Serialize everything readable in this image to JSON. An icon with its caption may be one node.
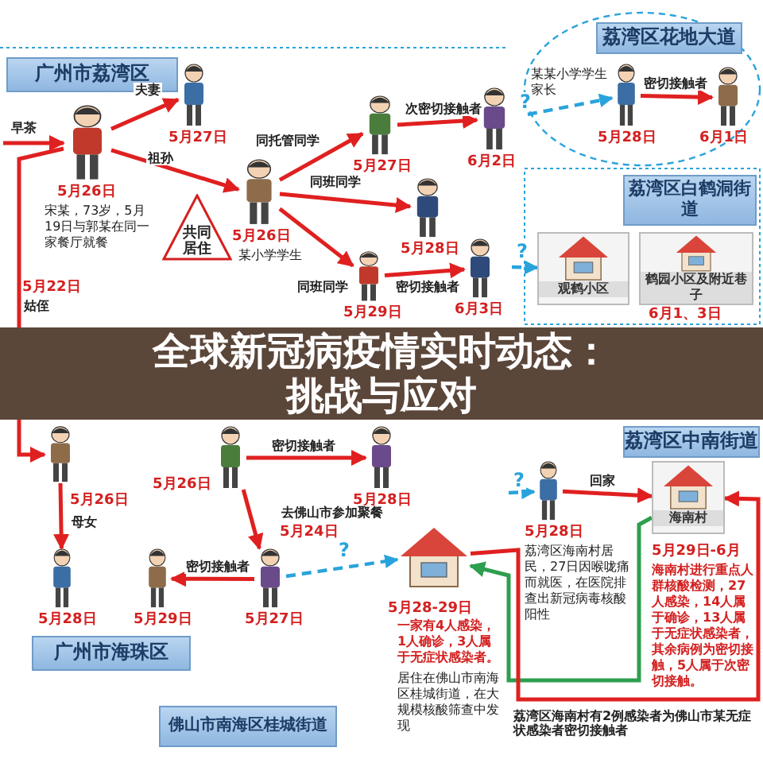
{
  "diagram": {
    "title": "全球新冠病疫情实时动态：挑战与应对",
    "nodes": [
      {
        "text": [
          "广州市荔湾区"
        ]
      },
      {
        "text": [],
        "shape": "person",
        "beside": [
          "5月26日",
          "宋某，73岁，5月19日与郭某在同一家餐厅就餐"
        ]
      },
      {
        "text": [],
        "shape": "person",
        "beside": [
          "5月27日"
        ]
      },
      {
        "text": [],
        "shape": "person",
        "beside": [
          "5月26日",
          "某小学学生"
        ]
      },
      {
        "text": [],
        "shape": "person",
        "beside": [
          "5月27日"
        ]
      },
      {
        "text": [],
        "shape": "person",
        "beside": [
          "6月2日"
        ]
      },
      {
        "text": [],
        "shape": "person",
        "beside": [
          "5月28日"
        ]
      },
      {
        "text": [],
        "shape": "person",
        "beside": [
          "5月29日"
        ]
      },
      {
        "text": [
          "共同居住"
        ]
      },
      {
        "text": [],
        "shape": "person"
      },
      {
        "text": [],
        "shape": "person",
        "beside": [
          "5月26日"
        ]
      },
      {
        "text": [],
        "shape": "person",
        "beside": [
          "5月28日"
        ]
      },
      {
        "text": [],
        "shape": "person",
        "beside": [
          "6月3日"
        ]
      },
      {
        "text": [
          "广州市海珠区"
        ]
      },
      {
        "text": [],
        "shape": "person",
        "beside": [
          "5月28日"
        ]
      },
      {
        "text": [],
        "shape": "person",
        "beside": [
          "5月29日"
        ]
      },
      {
        "text": [
          "佛山市南海区桂城街道"
        ]
      },
      {
        "text": [],
        "shape": "person",
        "beside": [
          "5月27日"
        ]
      },
      {
        "text": [],
        "shape": "house",
        "beside": [
          "5月28-29日",
          "一家有4人感染，1人确诊，3人属于无症状感染者。",
          "居住在佛山市南海区桂城街道，在大规模核酸筛查中发现"
        ]
      },
      {
        "text": [
          "荔湾区花地大道"
        ]
      },
      {
        "text": [],
        "shape": "person",
        "beside": [
          "某某小学学生家长",
          "5月28日"
        ]
      },
      {
        "text": [],
        "shape": "person",
        "beside": [
          "6月1日"
        ]
      },
      {
        "text": [
          "荔湾区白鹤洞街道"
        ]
      },
      {
        "text": [
          "观鹤小区"
        ]
      },
      {
        "text": [
          "鹤园小区及附近巷子"
        ],
        "beside": [
          "6月1、3日"
        ]
      },
      {
        "text": [
          "荔湾区中南街道"
        ]
      },
      {
        "text": [],
        "shape": "person",
        "beside": [
          "5月28日",
          "荔湾区海南村居民，27日因喉咙痛而就医，在医院排查出新冠病毒核酸阳性"
        ]
      },
      {
        "text": [
          "海南村"
        ],
        "beside": [
          "5月29日-6月",
          "海南村进行重点人群核酸检测，27人感染，14人属于确诊，13人属于无症状感染者，其余病例为密切接触，5人属于次密切接触。"
        ]
      }
    ],
    "edges": [
      {
        "from": null,
        "to": 1,
        "arrow": "to",
        "label": "早茶"
      },
      {
        "from": 1,
        "to": 2,
        "arrow": "to",
        "label": "夫妻"
      },
      {
        "from": 1,
        "to": 3,
        "arrow": "to",
        "label": "祖孙"
      },
      {
        "from": 3,
        "to": 4,
        "arrow": "to",
        "label": "同托管同学"
      },
      {
        "from": 3,
        "to": 6,
        "arrow": "to",
        "label": "同班同学"
      },
      {
        "from": 3,
        "to": 7,
        "arrow": "to",
        "label": "同班同学"
      },
      {
        "from": 4,
        "to": 5,
        "arrow": "to",
        "label": "次密切接触者"
      },
      {
        "from": 7,
        "to": 12,
        "arrow": "to",
        "label": "密切接触者"
      },
      {
        "from": 1,
        "to": 9,
        "arrow": "to",
        "label": "姑侄"
      },
      {
        "from": 9,
        "to": 14,
        "arrow": "to",
        "label": "母女"
      },
      {
        "from": 10,
        "to": 11,
        "arrow": "to",
        "label": "密切接触者"
      },
      {
        "from": 10,
        "to": 17,
        "arrow": "to",
        "label": "去佛山市参加聚餐"
      },
      {
        "from": 17,
        "to": 15,
        "arrow": "to",
        "label": "密切接触者"
      },
      {
        "from": 17,
        "to": 18,
        "arrow": "to",
        "label": "?",
        "style": "dashed",
        "color": "#29a3dc"
      },
      {
        "from": null,
        "to": 20,
        "arrow": "to",
        "label": "?",
        "style": "dashed",
        "color": "#29a3dc"
      },
      {
        "from": 20,
        "to": 21,
        "arrow": "to",
        "label": "密切接触者"
      },
      {
        "from": null,
        "to": 23,
        "arrow": "to",
        "label": "?",
        "style": "dashed",
        "color": "#29a3dc"
      },
      {
        "from": null,
        "to": 26,
        "arrow": "to",
        "label": "?",
        "style": "dashed",
        "color": "#29a3dc"
      },
      {
        "from": 26,
        "to": 27,
        "arrow": "to",
        "label": "回家"
      },
      {
        "from": 27,
        "to": 18,
        "arrow": "to",
        "color": "#2e9e4f"
      },
      {
        "from": 18,
        "to": 27,
        "arrow": "to",
        "label": "荔湾区海南村有2例感染者为佛山市某无症状感染者密切接触者"
      }
    ],
    "labels": [
      "5月22日",
      "5月26日",
      "5月24日"
    ]
  }
}
